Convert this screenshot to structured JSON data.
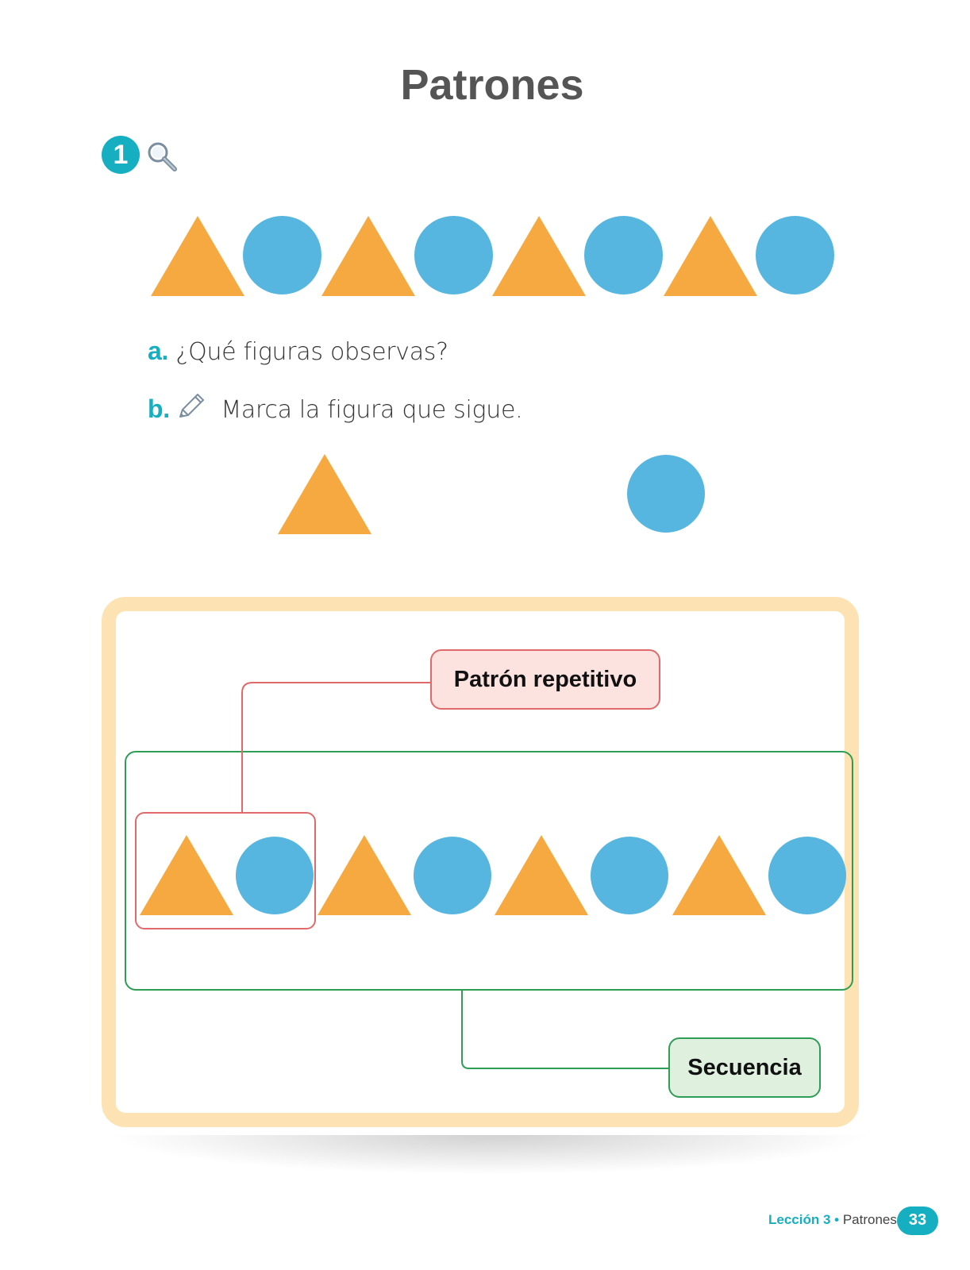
{
  "page": {
    "title": "Patrones"
  },
  "exercise": {
    "number": "1",
    "number_icon": "magnifier-icon",
    "sequence": [
      "triangle",
      "circle",
      "triangle",
      "circle",
      "triangle",
      "circle",
      "triangle",
      "circle"
    ],
    "question_a": {
      "letter": "a.",
      "text": "¿Qué figuras observas?"
    },
    "question_b": {
      "letter": "b.",
      "icon": "pencil-icon",
      "text": "Marca la figura que sigue."
    },
    "options": [
      "triangle",
      "circle"
    ]
  },
  "diagram": {
    "pattern_label": "Patrón repetitivo",
    "sequence_label": "Secuencia",
    "sequence": [
      "triangle",
      "circle",
      "triangle",
      "circle",
      "triangle",
      "circle",
      "triangle",
      "circle"
    ],
    "colors": {
      "triangle": "#f6a941",
      "circle": "#56b6df",
      "pattern_border": "#e06a6a",
      "sequence_border": "#2e9e55",
      "frame": "#fde3b3"
    }
  },
  "footer": {
    "lesson": "Lección 3",
    "separator": "•",
    "topic": "Patrones",
    "page_number": "33"
  }
}
